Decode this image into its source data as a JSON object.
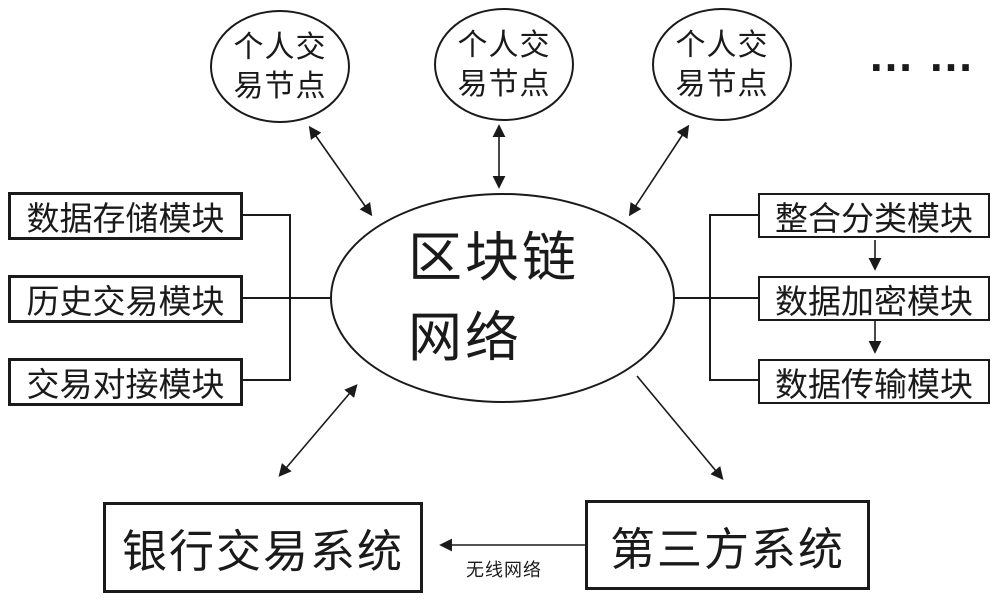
{
  "colors": {
    "background": "#ffffff",
    "line": "#1a1a1a",
    "text": "#1a1a1a"
  },
  "diagram": {
    "top_nodes": [
      "个人交易节点",
      "个人交易节点",
      "个人交易节点"
    ],
    "more_nodes_ellipsis": "……",
    "center_node": "区块链网络",
    "left_modules": [
      "数据存储模块",
      "历史交易模块",
      "交易对接模块"
    ],
    "right_modules": [
      "整合分类模块",
      "数据加密模块",
      "数据传输模块"
    ],
    "bottom_left_system": "银行交易系统",
    "bottom_right_system": "第三方系统",
    "wireless_label": "无线网络"
  }
}
